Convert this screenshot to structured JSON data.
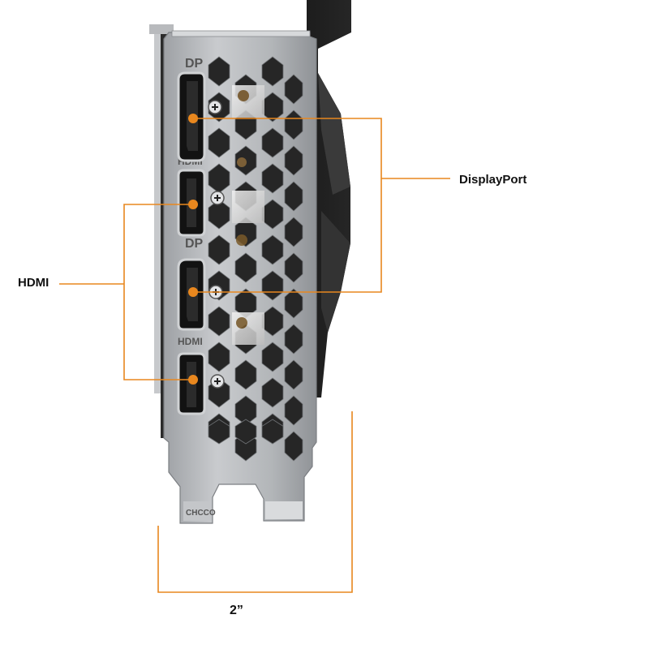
{
  "callouts": {
    "displayport": "DisplayPort",
    "hdmi": "HDMI"
  },
  "dimension": {
    "width": "2”"
  },
  "bracket_markings": {
    "port1": "DP",
    "port2": "HDMI",
    "port3": "DP",
    "port4": "HDMI",
    "tab": "CHCCO"
  },
  "colors": {
    "callout_line": "#e8871e",
    "bracket_metal": "#b9bbbe",
    "card_body": "#1c1c1c"
  },
  "icons": [
    "screw-icon",
    "displayport-connector-icon",
    "hdmi-connector-icon"
  ]
}
